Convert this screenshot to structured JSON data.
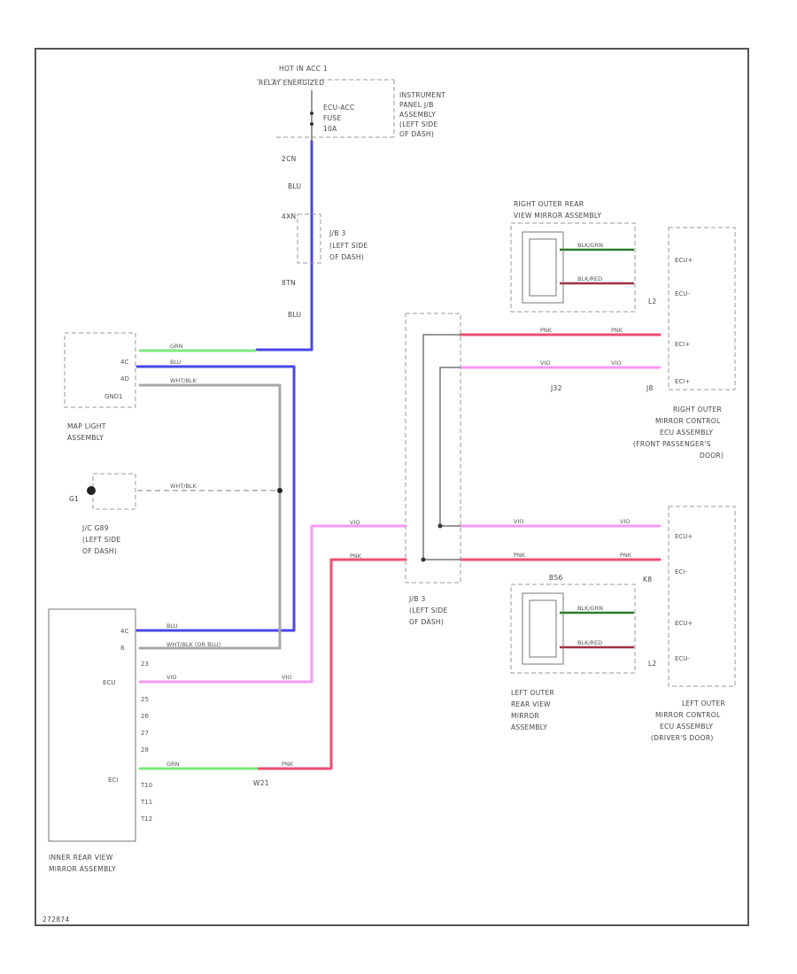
{
  "colors": {
    "blue": "#4848e8",
    "green": "#7ee87e",
    "gray": "#a8a8a8",
    "pink": "#f79af7",
    "red": "#ee4e72",
    "dark_green": "#2a7a2a",
    "dark_red": "#a03040",
    "frame": "#555555"
  },
  "labels": {
    "hot": "HOT IN ACC 1",
    "relay": "RELAY ENERGIZED",
    "fuse_name": "ECU-ACC",
    "fuse_word": "FUSE",
    "fuse_size": "10A",
    "ipjb": [
      "INSTRUMENT",
      "PANEL J/B",
      "ASSEMBLY",
      "(LEFT SIDE",
      "OF DASH)"
    ],
    "c_top": "2CN",
    "blu1": "BLU",
    "c_4": "4XN",
    "jb3": [
      "J/B 3",
      "(LEFT SIDE",
      "OF DASH)"
    ],
    "c_8": "8TN",
    "blu2": "BLU",
    "map_light": [
      "MAP LIGHT",
      "ASSEMBLY"
    ],
    "jc": [
      "J/C G89",
      "(LEFT SIDE",
      "OF DASH)"
    ],
    "g1": "G1",
    "jb3_mid": [
      "J/B 3",
      "(LEFT SIDE",
      "OF DASH)"
    ],
    "inner_mirror": [
      "INNER REAR VIEW",
      "MIRROR ASSEMBLY"
    ],
    "right_mirror_top": [
      "RIGHT OUTER REAR",
      "VIEW MIRROR ASSEMBLY"
    ],
    "right_ecu": [
      "RIGHT OUTER",
      "MIRROR CONTROL",
      "ECU ASSEMBLY",
      "(FRONT PASSENGER'S",
      "DOOR)"
    ],
    "left_mirror": [
      "LEFT OUTER",
      "REAR VIEW",
      "MIRROR",
      "ASSEMBLY"
    ],
    "left_ecu": [
      "LEFT OUTER",
      "MIRROR CONTROL",
      "ECU ASSEMBLY",
      "(DRIVER'S DOOR)"
    ],
    "conn_j32": "J32",
    "conn_j8": "J8",
    "conn_k8": "K8",
    "conn_l2a": "L2",
    "conn_l2b": "L2",
    "conn_b": "B56",
    "conn_w": "W21",
    "footer": "272874"
  },
  "pins": {
    "map": [
      "4C",
      "4D",
      "GND1"
    ],
    "inner": [
      "4C",
      "8",
      "23",
      "ECU",
      "25",
      "26",
      "27",
      "28",
      "ECI",
      "T10",
      "T11",
      "T12"
    ],
    "ecu_r": [
      "ECU+",
      "ECU-",
      "ECI+",
      "ECI+"
    ],
    "ecu_l": [
      "ECU+",
      "ECI-",
      "ECU+",
      "ECU-"
    ]
  },
  "wire_labels": {
    "grn": "GRN",
    "blu": "BLU",
    "whtblk": "WHT/BLK",
    "whtblk_or": "WHT/BLK (OR BLU)",
    "vio": "VIO",
    "pnk": "PNK",
    "blkgrn": "BLK/GRN",
    "blkred": "BLK/RED"
  }
}
